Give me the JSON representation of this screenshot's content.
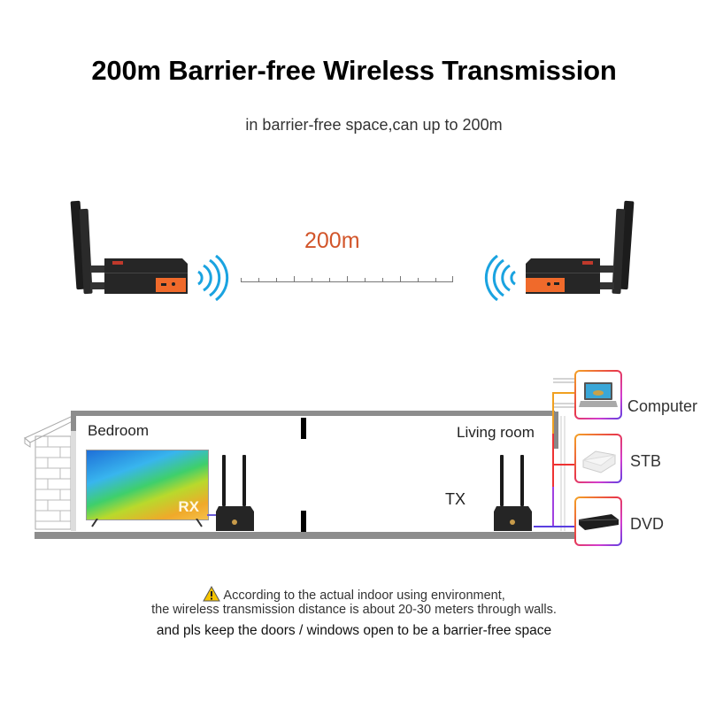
{
  "header": {
    "title": "200m Barrier-free Wireless Transmission",
    "subtitle": "in barrier-free space,can up to 200m"
  },
  "range_diagram": {
    "distance_label": "200m",
    "left_device": "transmitter-unit",
    "right_device": "receiver-unit",
    "ruler_ticks": 12,
    "accent_color": "#d2552a",
    "signal_color": "#1aa3e0"
  },
  "house_diagram": {
    "rooms": [
      {
        "label": "Bedroom"
      },
      {
        "label": "Living room"
      }
    ],
    "tv_tag": "RX",
    "tx_tag": "TX",
    "sources": [
      {
        "label": "Computer",
        "icon": "laptop-icon"
      },
      {
        "label": "STB",
        "icon": "set-top-box-icon"
      },
      {
        "label": "DVD",
        "icon": "dvd-player-icon"
      }
    ]
  },
  "notes": {
    "warning_icon": "warning-triangle-icon",
    "line1": "According to the actual indoor using environment,",
    "line2": "the wireless transmission distance is about 20-30 meters through walls.",
    "line3": "and pls keep the doors / windows open to be a barrier-free space"
  }
}
